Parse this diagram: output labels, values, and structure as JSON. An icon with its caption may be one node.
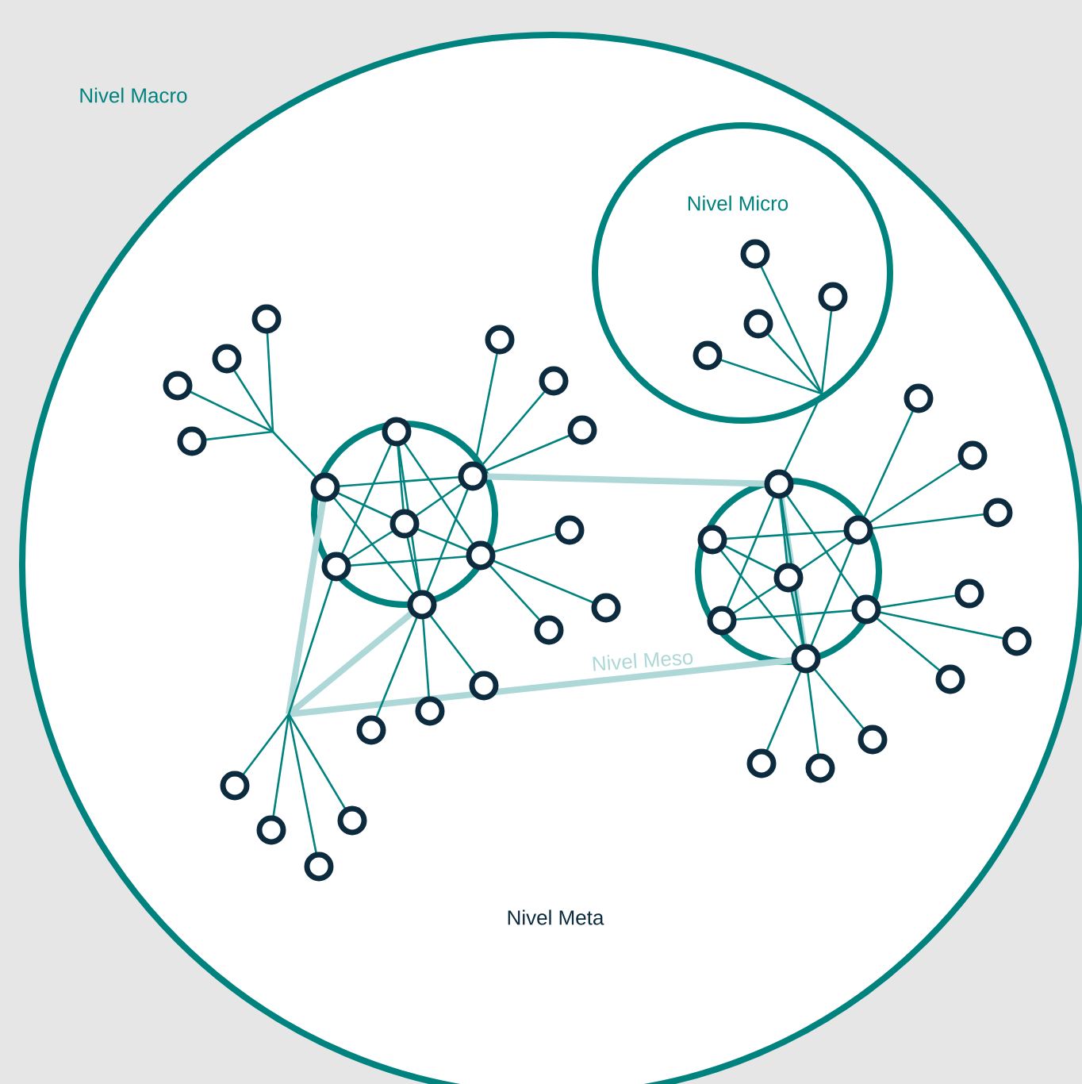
{
  "diagram": {
    "nodes": [
      {
        "text": [
          "Nivel Macro"
        ]
      },
      {
        "text": [
          "Nivel Micro"
        ],
        "in": 0
      },
      {
        "text": [],
        "shape": "circle",
        "in": 0
      },
      {
        "text": [],
        "shape": "circle",
        "in": 0
      }
    ],
    "labels": [
      "Nivel Meso",
      "Nivel Meta"
    ]
  }
}
